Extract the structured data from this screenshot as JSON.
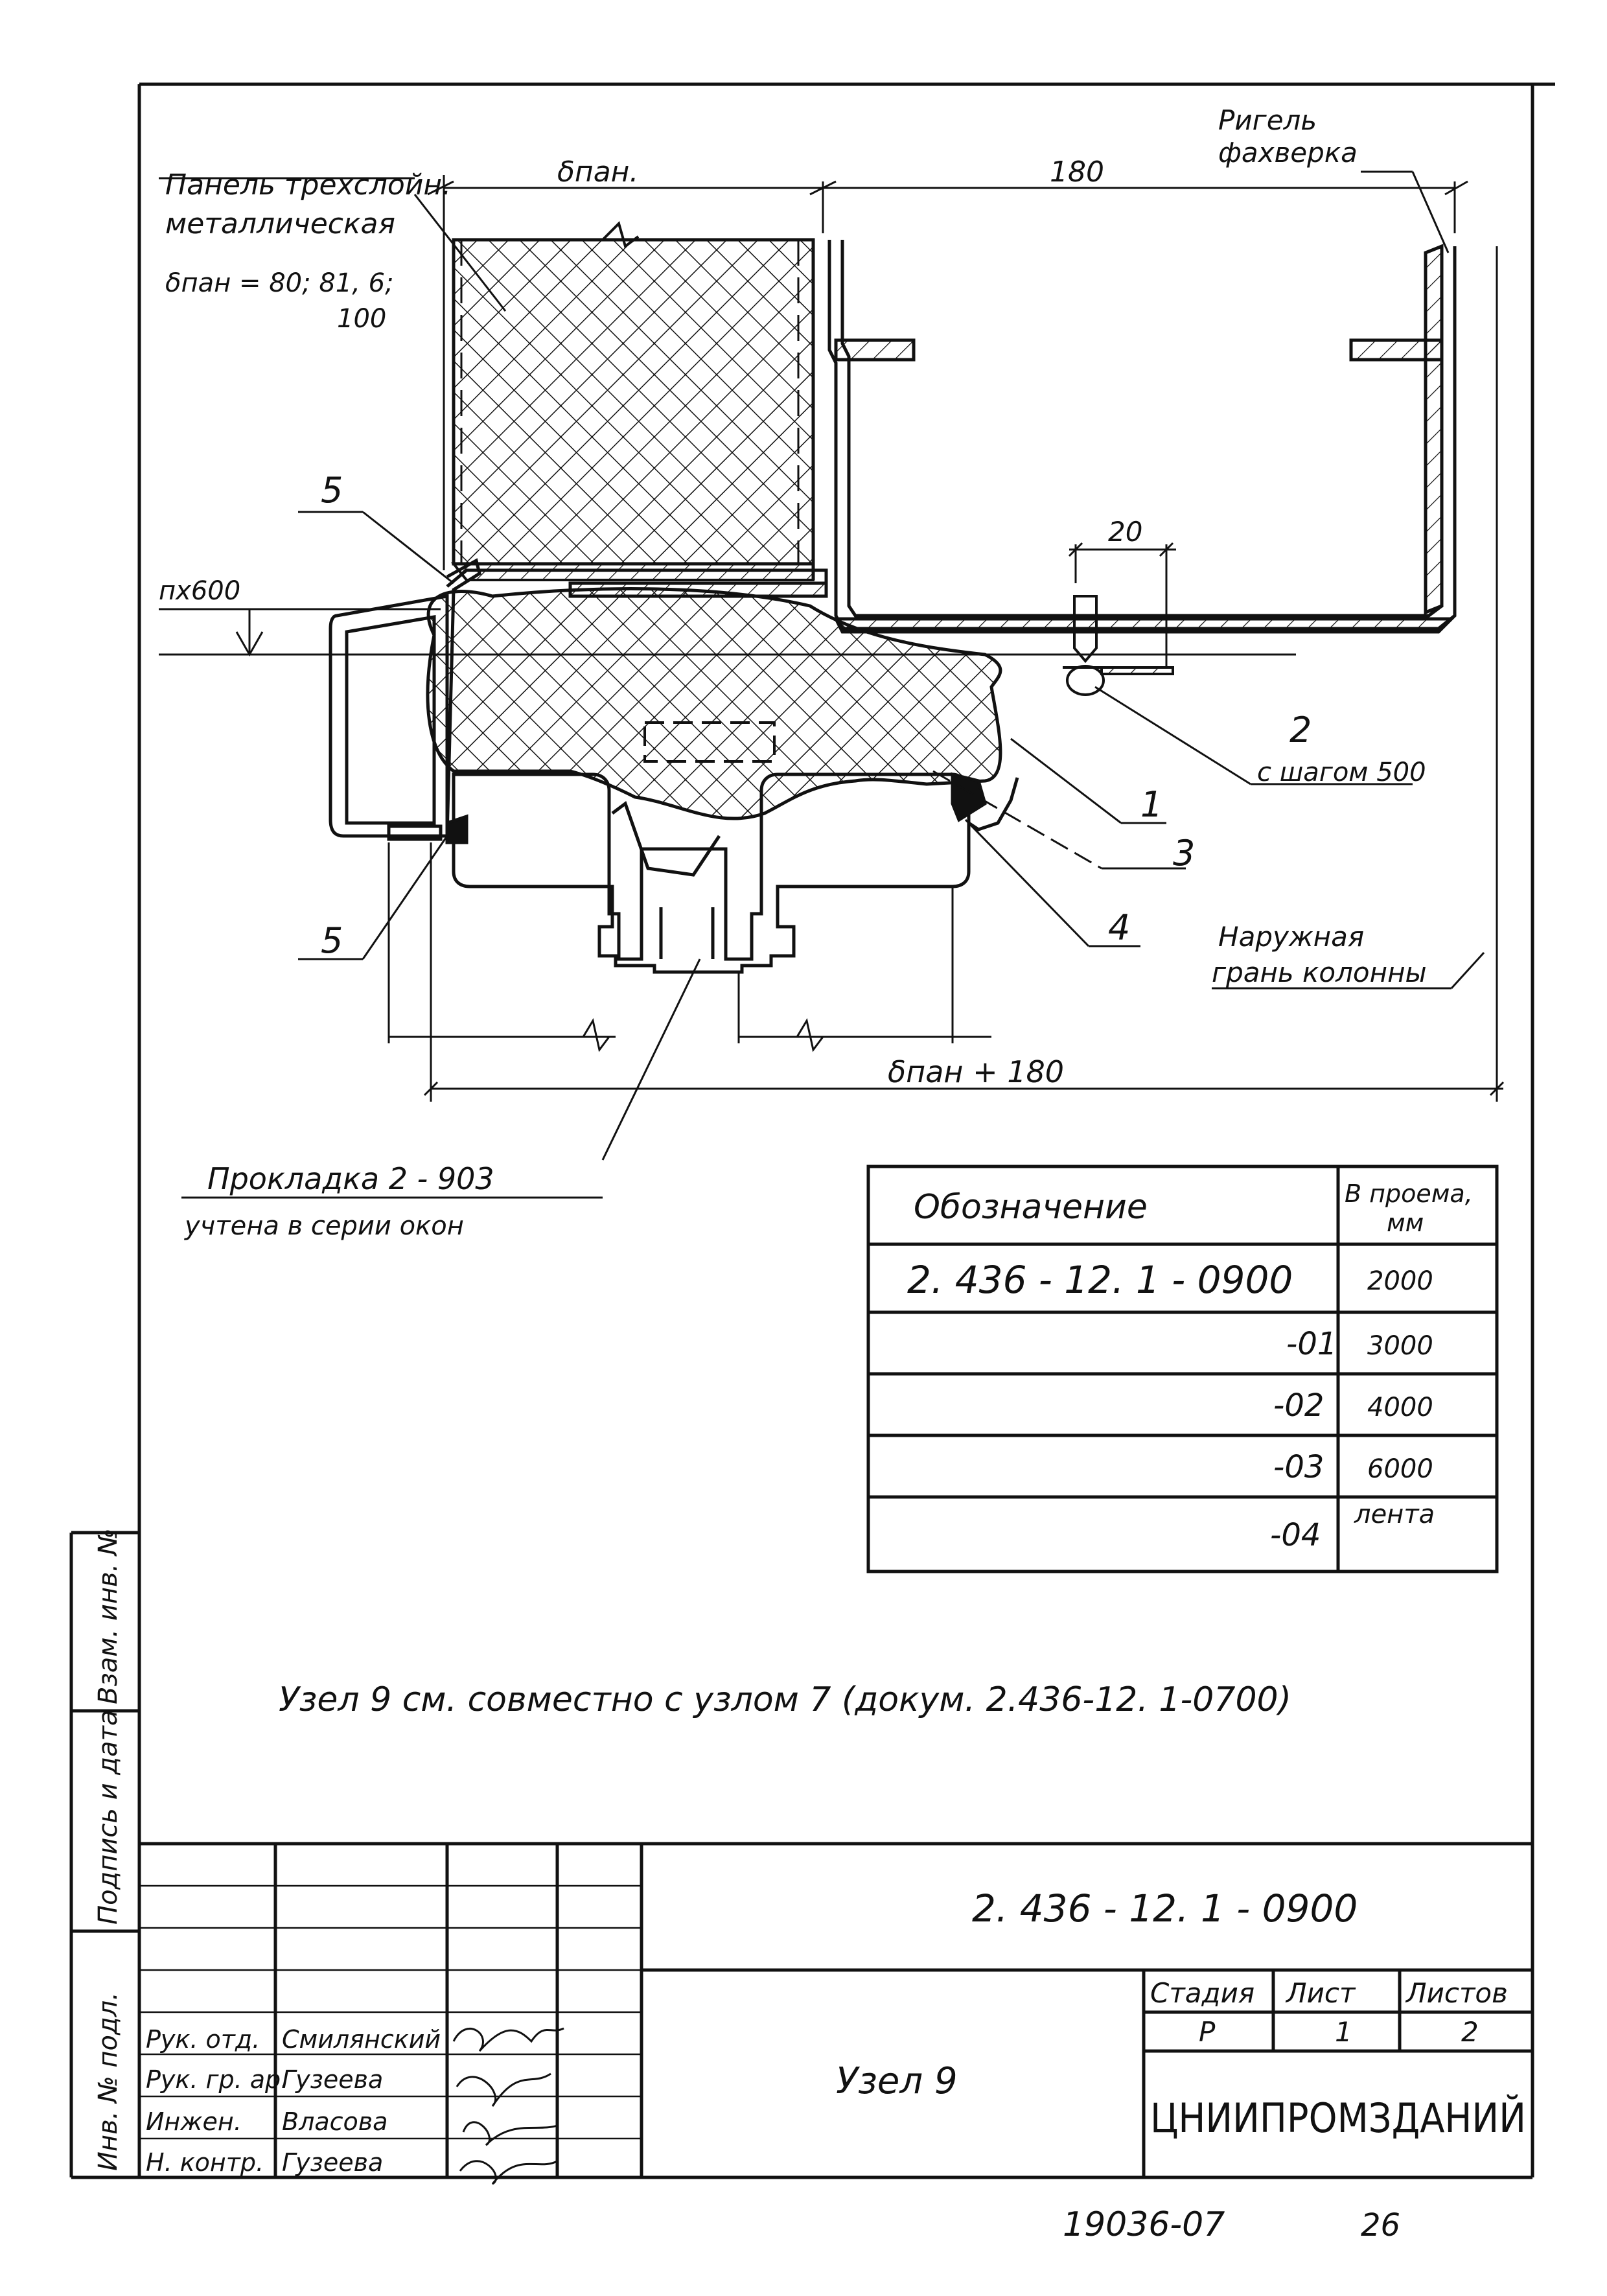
{
  "drawing": {
    "labels": {
      "panel_line1": "Панель трехслойн.",
      "panel_line2": "металлическая",
      "panel_thickness_line1": "δпан = 80; 81, 6;",
      "panel_thickness_line2": "100",
      "dim_panel": "δпан.",
      "dim_180": "180",
      "rigel_line1": "Ригель",
      "rigel_line2": "фахверка",
      "dim_20": "20",
      "section_mark": "пх600",
      "callout_1": "1",
      "callout_2": "2",
      "callout_2_note": "с шагом 500",
      "callout_3": "3",
      "callout_4": "4",
      "callout_5_top": "5",
      "callout_5_bottom": "5",
      "column_face_line1": "Наружная",
      "column_face_line2": "грань колонны",
      "dim_total": "δпан + 180",
      "gasket_line1": "Прокладка 2 - 903",
      "gasket_line2": "учтена в серии окон",
      "node_note": "Узел 9 см.   совместно   с узлом 7 (докум. 2.436-12. 1-0700)"
    }
  },
  "spec_table": {
    "header_designation": "Обозначение",
    "header_opening_line1": "В проема,",
    "header_opening_line2": "мм",
    "rows": [
      {
        "designation": "2. 436 - 12. 1 - 0900",
        "opening": "2000"
      },
      {
        "designation": "-01",
        "opening": "3000"
      },
      {
        "designation": "-02",
        "opening": "4000"
      },
      {
        "designation": "-03",
        "opening": "6000"
      },
      {
        "designation": "-04",
        "opening": "лента"
      }
    ]
  },
  "side_stamp": {
    "inv_podl": "Инв. № подл.",
    "podpis_data": "Подпись и дата",
    "vzam_inv": "Взам. инв. №"
  },
  "title_block": {
    "doc_code": "2. 436 - 12. 1 - 0900",
    "title": "Узел 9",
    "stage_label": "Стадия",
    "sheet_label": "Лист",
    "sheets_label": "Листов",
    "stage_value": "Р",
    "sheet_value": "1",
    "sheets_value": "2",
    "organization": "ЦНИИПРОМЗДАНИЙ",
    "roles": [
      {
        "role": "Рук. отд.",
        "name": "Смилянский"
      },
      {
        "role": "Рук. гр. ар.",
        "name": "Гузеева"
      },
      {
        "role": "Инжен.",
        "name": "Власова"
      },
      {
        "role": "Н. контр.",
        "name": "Гузеева"
      }
    ]
  },
  "footer": {
    "archive_number": "19036-07",
    "page_number": "26"
  }
}
